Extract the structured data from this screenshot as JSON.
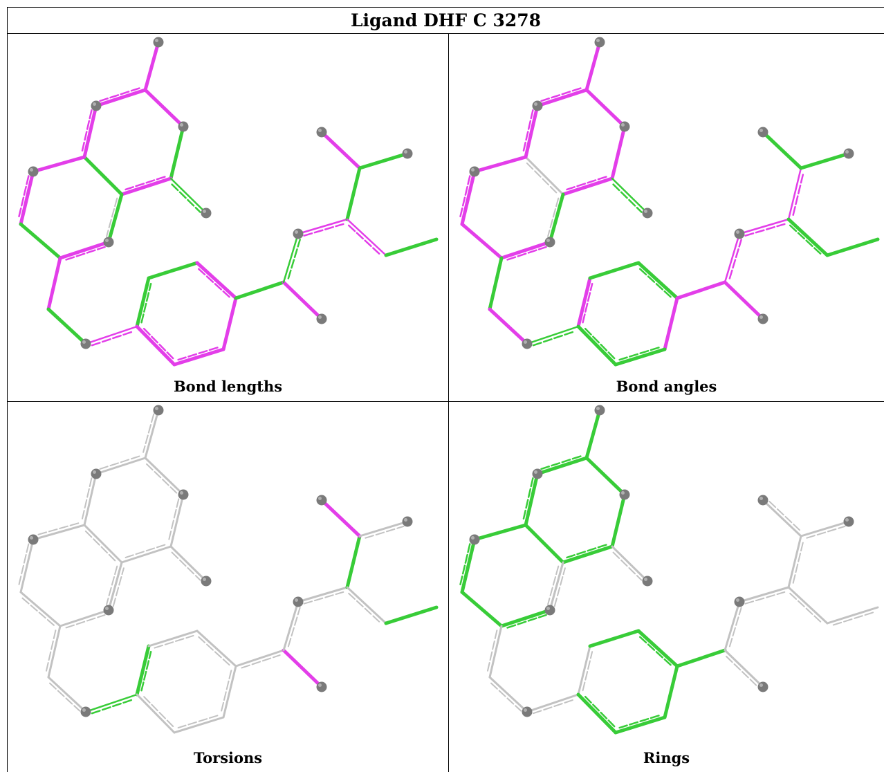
{
  "title": "Ligand DHF C 3278",
  "colors": {
    "magenta": "#e33ee9",
    "green": "#38cc38",
    "gray": "#c2c2c2",
    "atom": "#7a7a7a",
    "border": "#000000"
  },
  "panels": [
    {
      "caption": "Bond lengths",
      "bonds": [
        "m",
        "m",
        "m",
        "g",
        "m",
        "g",
        "m",
        "m",
        "m",
        "g",
        "m",
        "gw",
        "m",
        "g",
        "x",
        "mw",
        "g",
        "g",
        "m",
        "m",
        "m",
        "m",
        "g",
        "m",
        "gw",
        "mw",
        "g",
        "m",
        "g",
        "mw",
        "g",
        "g"
      ]
    },
    {
      "caption": "Bond angles",
      "bonds": [
        "m",
        "m",
        "m",
        "m",
        "m",
        "x",
        "m",
        "m",
        "m",
        "m",
        "m",
        "gw",
        "g",
        "m",
        "x",
        "gw",
        "m",
        "g",
        "g",
        "m",
        "g",
        "g",
        "m",
        "m",
        "mw",
        "mw",
        "mw",
        "g",
        "g",
        "g",
        "g",
        "g"
      ]
    },
    {
      "caption": "Torsions",
      "bonds": [
        "x",
        "x",
        "x",
        "x",
        "x",
        "x",
        "x",
        "x",
        "x",
        "x",
        "x",
        "x",
        "x",
        "x",
        "x",
        "gw",
        "g",
        "x",
        "x",
        "x",
        "x",
        "x",
        "x",
        "m",
        "x",
        "x",
        "g",
        "m",
        "x",
        "x",
        "g",
        "x"
      ]
    },
    {
      "caption": "Rings",
      "bonds": [
        "g",
        "g",
        "g",
        "g",
        "g",
        "g",
        "g",
        "g",
        "g",
        "g",
        "g",
        "x",
        "x",
        "x",
        "x",
        "x",
        "x",
        "g",
        "g",
        "g",
        "g",
        "g",
        "g",
        "x",
        "x",
        "x",
        "x",
        "x",
        "x",
        "x",
        "x",
        "x"
      ]
    }
  ]
}
